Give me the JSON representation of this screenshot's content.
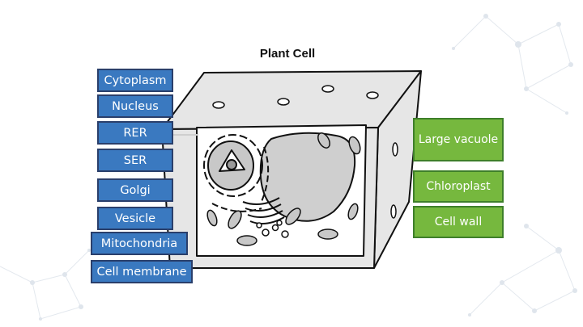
{
  "title": "Plant Cell",
  "left_labels": [
    "Cytoplasm",
    "Nucleus",
    "RER",
    "SER",
    "Golgi",
    "Vesicle",
    "Mitochondria",
    "Cell membrane"
  ],
  "right_labels": [
    "Large vacuole",
    "Chloroplast",
    "Cell wall"
  ],
  "colors": {
    "left_label_fill": "#3a79c0",
    "left_label_border": "#2a3f6b",
    "right_label_fill": "#76b83e",
    "right_label_border": "#3e7f2a",
    "background": "#ffffff",
    "decor_network": "#e3e8ee"
  }
}
